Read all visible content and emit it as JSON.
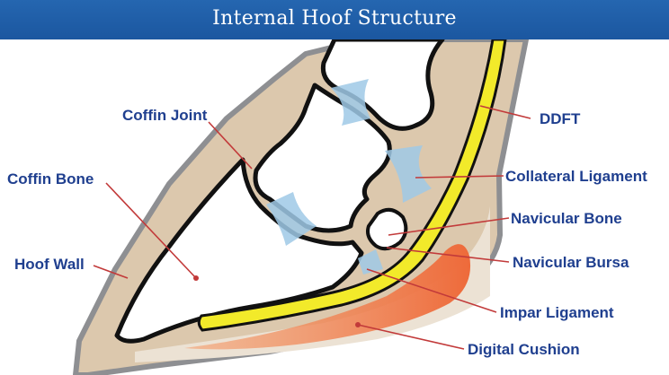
{
  "title": "Internal Hoof Structure",
  "labels": {
    "coffin_joint": "Coffin Joint",
    "coffin_bone": "Coffin Bone",
    "hoof_wall": "Hoof Wall",
    "ddft": "DDFT",
    "collateral_ligament": "Collateral Ligament",
    "navicular_bone": "Navicular Bone",
    "navicular_bursa": "Navicular Bursa",
    "impar_ligament": "Impar Ligament",
    "digital_cushion": "Digital Cushion"
  },
  "colors": {
    "title_bar": "#1f5da8",
    "label_text": "#1f3f8f",
    "leader_line": "#c23a3a",
    "hoof_wall": "#dcc8ad",
    "bone": "#ffffff",
    "tendon": "#f2ea2a",
    "ligament": "#9fc9e6",
    "digital_cushion": "#f07a45"
  }
}
